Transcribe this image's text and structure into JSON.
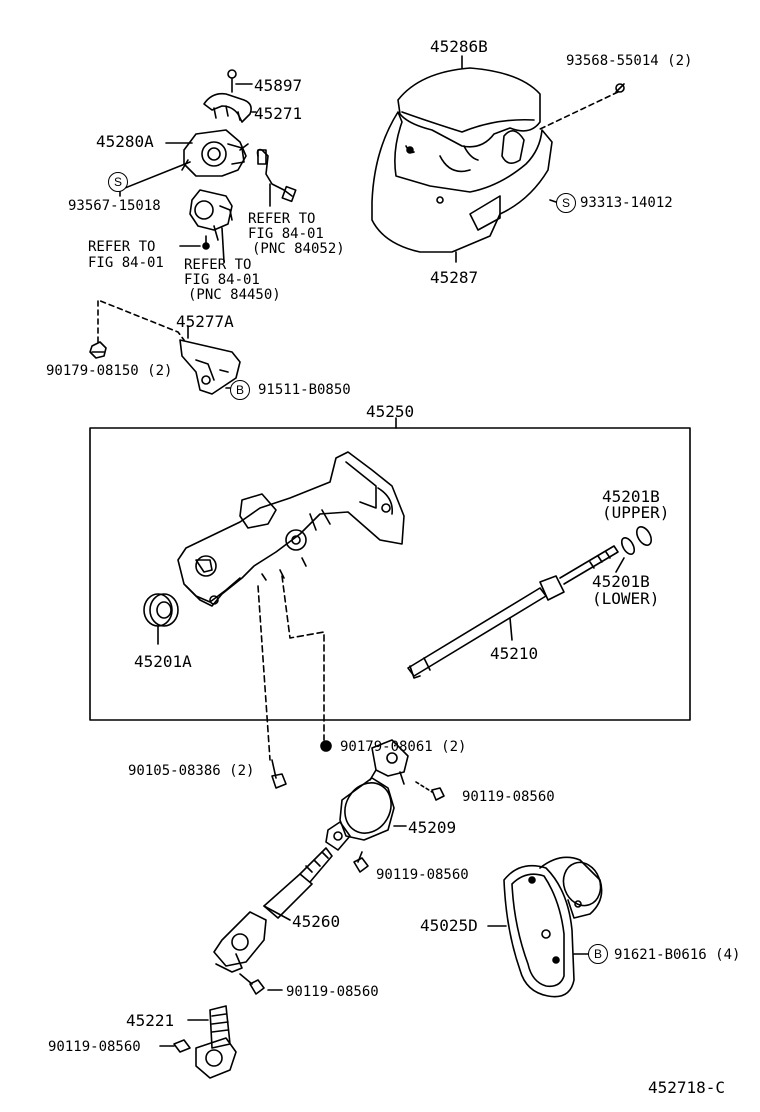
{
  "diagram_id": "452718-C",
  "badges": {
    "s": "S",
    "b": "B"
  },
  "labels": {
    "p45897": "45897",
    "p45271": "45271",
    "p45280A": "45280A",
    "p93567": "93567-15018",
    "p45286B": "45286B",
    "p93568": "93568-55014 (2)",
    "p93313": "93313-14012",
    "p45287": "45287",
    "refer1_l1": "REFER TO",
    "refer1_l2": "FIG 84-01",
    "refer1_l3": "(PNC 84052)",
    "refer2_l1": "REFER TO",
    "refer2_l2": "FIG 84-01",
    "refer3_l1": "REFER TO",
    "refer3_l2": "FIG 84-01",
    "refer3_l3": "(PNC 84450)",
    "p45277A": "45277A",
    "p90179_08150": "90179-08150 (2)",
    "p91511": "91511-B0850",
    "p45250": "45250",
    "p45201B_upper": "45201B",
    "upper": "(UPPER)",
    "p45201B_lower": "45201B",
    "lower": "(LOWER)",
    "p45201A": "45201A",
    "p45210": "45210",
    "p90179_08061": "90179-08061 (2)",
    "p90105": "90105-08386 (2)",
    "p90119_a": "90119-08560",
    "p45209": "45209",
    "p90119_b": "90119-08560",
    "p45260": "45260",
    "p45025D": "45025D",
    "p91621": "91621-B0616 (4)",
    "p90119_c": "90119-08560",
    "p45221": "45221",
    "p90119_d": "90119-08560"
  }
}
